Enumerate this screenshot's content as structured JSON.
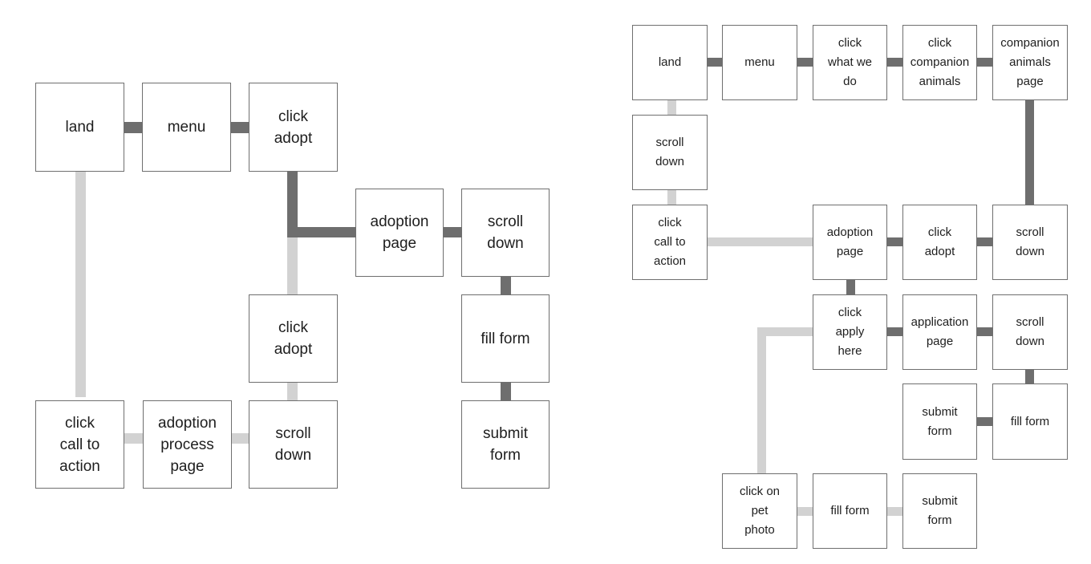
{
  "colors": {
    "main_path": "#6e6e6e",
    "alt_path": "#d2d2d2",
    "node_border": "#6f6f6f",
    "text": "#1e1e1e"
  },
  "left_flow": {
    "nodes": {
      "land": "land",
      "menu": "menu",
      "click_adopt_top": "click\nadopt",
      "adoption_page": "adoption\npage",
      "scroll_down": "scroll\ndown",
      "fill_form": "fill form",
      "submit_form": "submit\nform",
      "click_adopt_mid": "click\nadopt",
      "click_call_to_action": "click\ncall to\naction",
      "adoption_process_page": "adoption\nprocess\npage",
      "scroll_down_bottom": "scroll\ndown"
    }
  },
  "right_flow": {
    "nodes": {
      "land": "land",
      "menu": "menu",
      "click_what_we_do": "click\nwhat we\ndo",
      "click_companion_animals": "click\ncompanion\nanimals",
      "companion_animals_page": "companion\nanimals\npage",
      "scroll_down_left": "scroll\ndown",
      "click_call_to_action": "click\ncall to\naction",
      "adoption_page": "adoption\npage",
      "click_adopt": "click\nadopt",
      "scroll_down_right": "scroll\ndown",
      "click_apply_here": "click\napply\nhere",
      "application_page": "application\npage",
      "scroll_down_app": "scroll\ndown",
      "submit_form_mid": "submit\nform",
      "fill_form_mid": "fill form",
      "click_on_pet_photo": "click on\npet\nphoto",
      "fill_form_bottom": "fill form",
      "submit_form_bottom": "submit\nform"
    }
  }
}
